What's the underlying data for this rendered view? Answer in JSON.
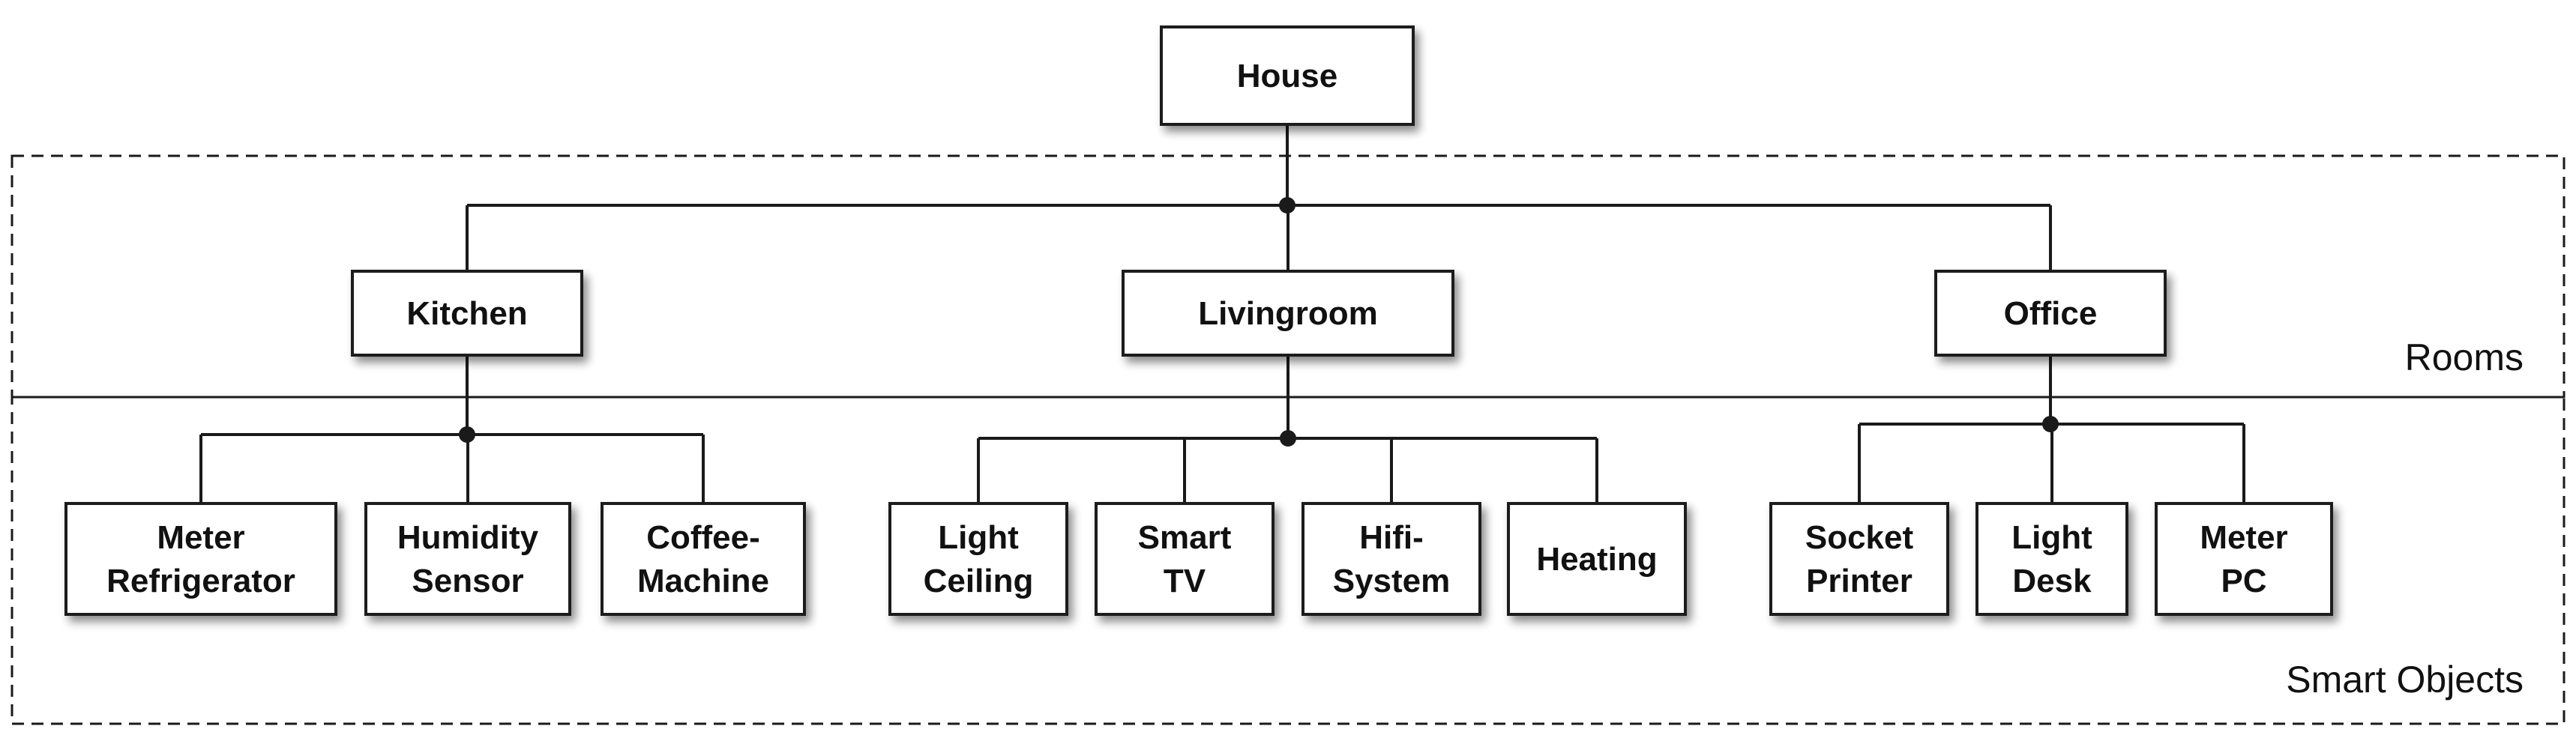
{
  "colors": {
    "stroke": "#1a1a1a",
    "fill": "#ffffff",
    "text": "#111111"
  },
  "regions": [
    {
      "id": "rooms",
      "label": "Rooms"
    },
    {
      "id": "smart-objects",
      "label": "Smart Objects"
    }
  ],
  "nodes": {
    "house": {
      "lines": [
        "House"
      ]
    },
    "kitchen": {
      "lines": [
        "Kitchen"
      ]
    },
    "livingroom": {
      "lines": [
        "Livingroom"
      ]
    },
    "office": {
      "lines": [
        "Office"
      ]
    },
    "meter-refrigerator": {
      "lines": [
        "Meter",
        "Refrigerator"
      ]
    },
    "humidity-sensor": {
      "lines": [
        "Humidity",
        "Sensor"
      ]
    },
    "coffee-machine": {
      "lines": [
        "Coffee-",
        "Machine"
      ]
    },
    "light-ceiling": {
      "lines": [
        "Light",
        "Ceiling"
      ]
    },
    "smart-tv": {
      "lines": [
        "Smart",
        "TV"
      ]
    },
    "hifi-system": {
      "lines": [
        "Hifi-",
        "System"
      ]
    },
    "heating": {
      "lines": [
        "Heating"
      ]
    },
    "socket-printer": {
      "lines": [
        "Socket",
        "Printer"
      ]
    },
    "light-desk": {
      "lines": [
        "Light",
        "Desk"
      ]
    },
    "meter-pc": {
      "lines": [
        "Meter",
        "PC"
      ]
    }
  },
  "edges": [
    {
      "parent": "house",
      "children": [
        "kitchen",
        "livingroom",
        "office"
      ]
    },
    {
      "parent": "kitchen",
      "children": [
        "meter-refrigerator",
        "humidity-sensor",
        "coffee-machine"
      ]
    },
    {
      "parent": "livingroom",
      "children": [
        "light-ceiling",
        "smart-tv",
        "hifi-system",
        "heating"
      ]
    },
    {
      "parent": "office",
      "children": [
        "socket-printer",
        "light-desk",
        "meter-pc"
      ]
    }
  ]
}
